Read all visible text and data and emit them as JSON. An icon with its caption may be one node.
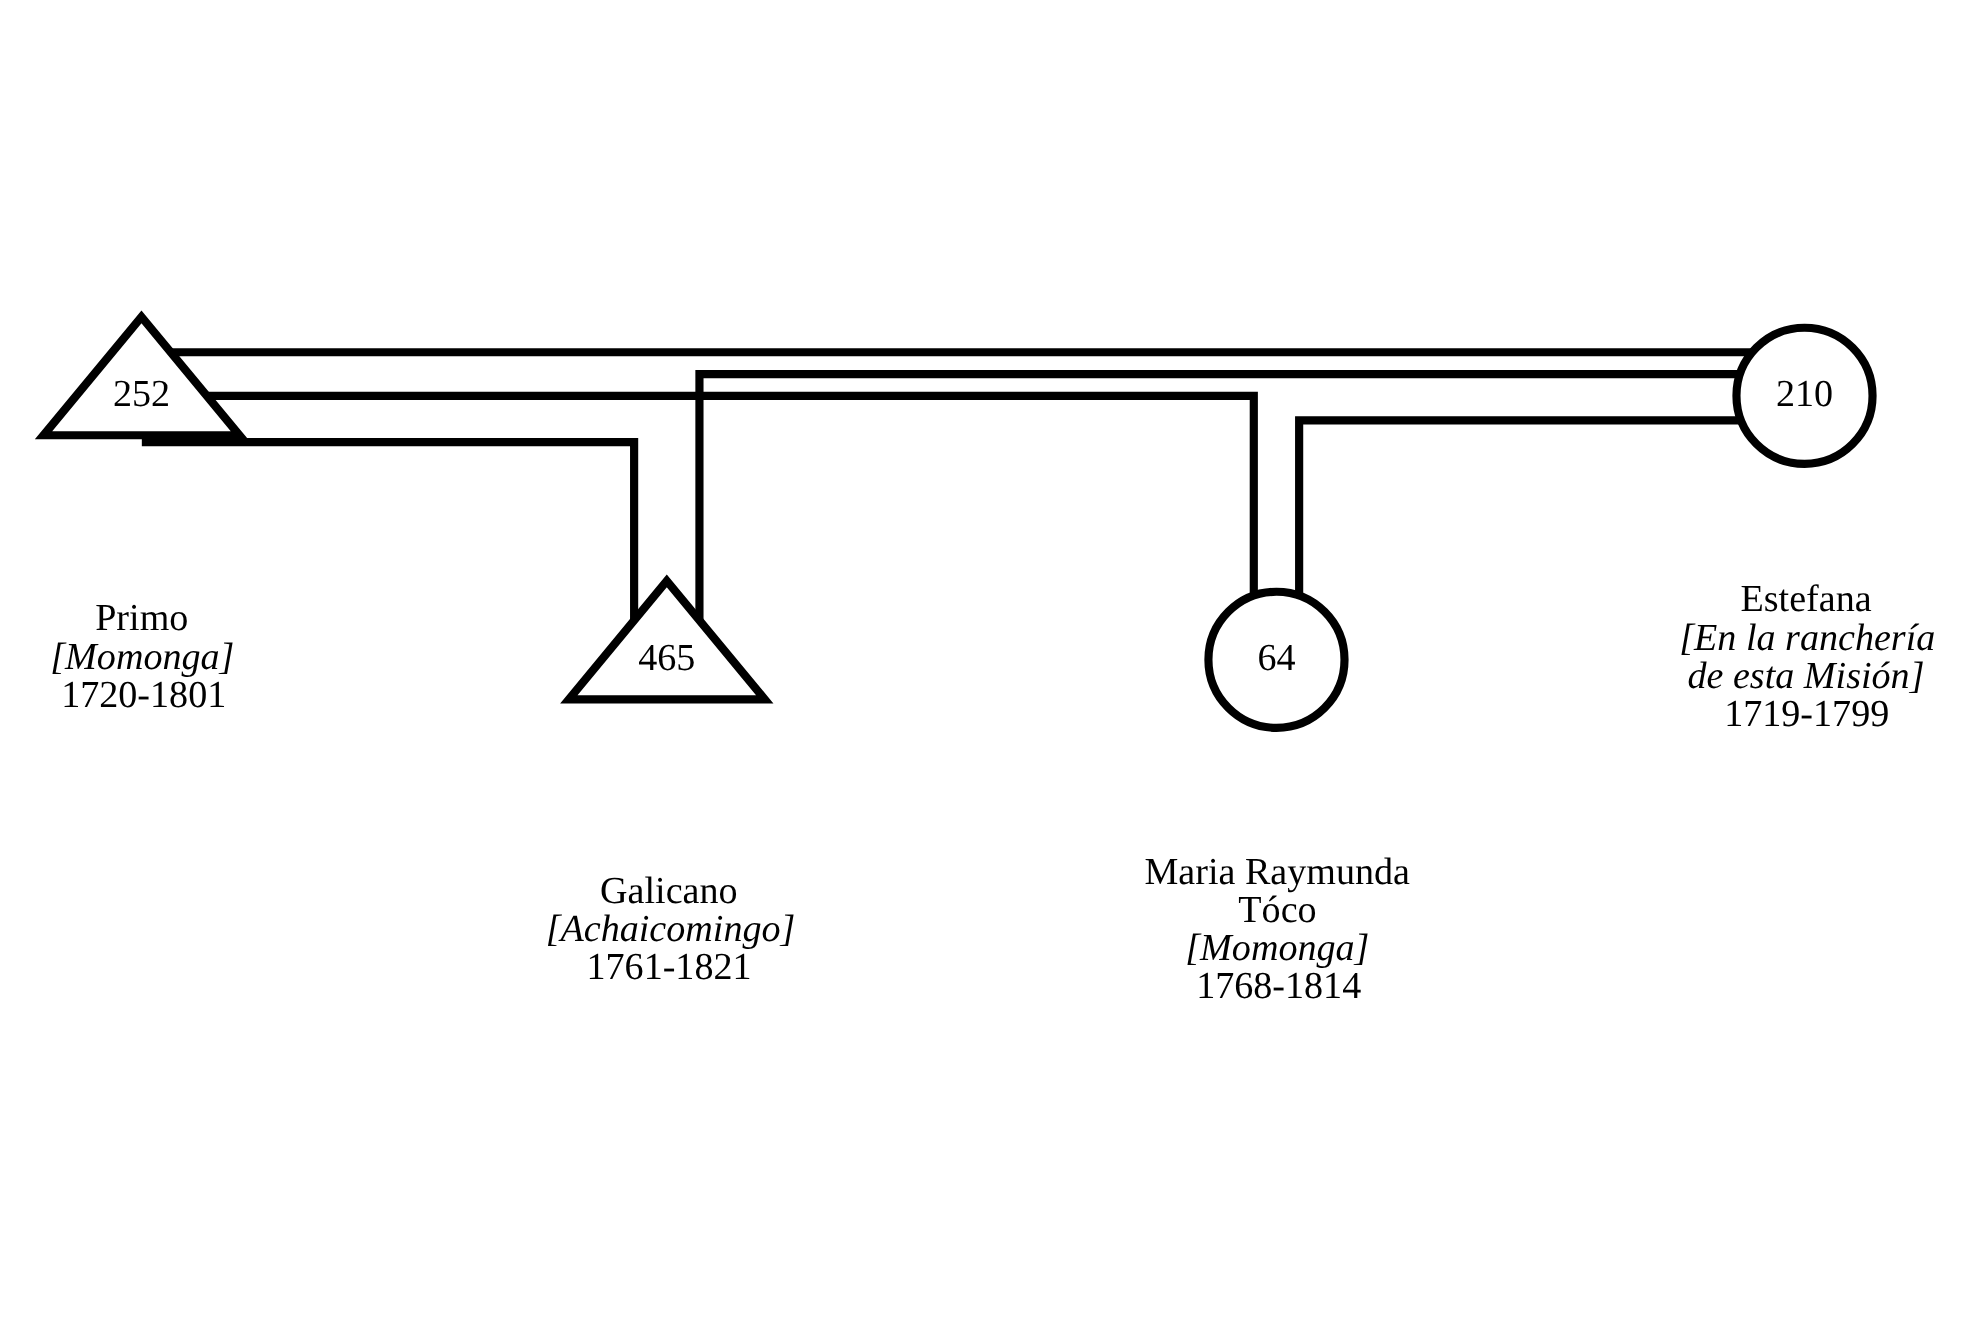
{
  "diagram": {
    "nodes": [
      {
        "text": [
          "252"
        ],
        "beside": [
          "Primo",
          "[Momonga]",
          "1720-1801"
        ]
      },
      {
        "text": [
          "210"
        ],
        "beside": [
          "Estefana",
          "[En la ranchería de esta Misión]",
          "1719-1799"
        ]
      },
      {
        "text": [
          "465"
        ],
        "beside": [
          "Galicano",
          "[Achaicomingo]",
          "1761-1821"
        ]
      },
      {
        "text": [
          "64"
        ],
        "beside": [
          "Maria Raymunda Tóco",
          "[Momonga]",
          "1768-1814"
        ]
      }
    ],
    "edges": [
      {
        "from": 0,
        "to": 1,
        "arrow": "none"
      },
      {
        "from": 0,
        "to": 2,
        "arrow": "none"
      },
      {
        "from": 0,
        "to": 3,
        "arrow": "none"
      },
      {
        "from": 1,
        "to": 2,
        "arrow": "none"
      },
      {
        "from": 1,
        "to": 3,
        "arrow": "none"
      }
    ]
  }
}
